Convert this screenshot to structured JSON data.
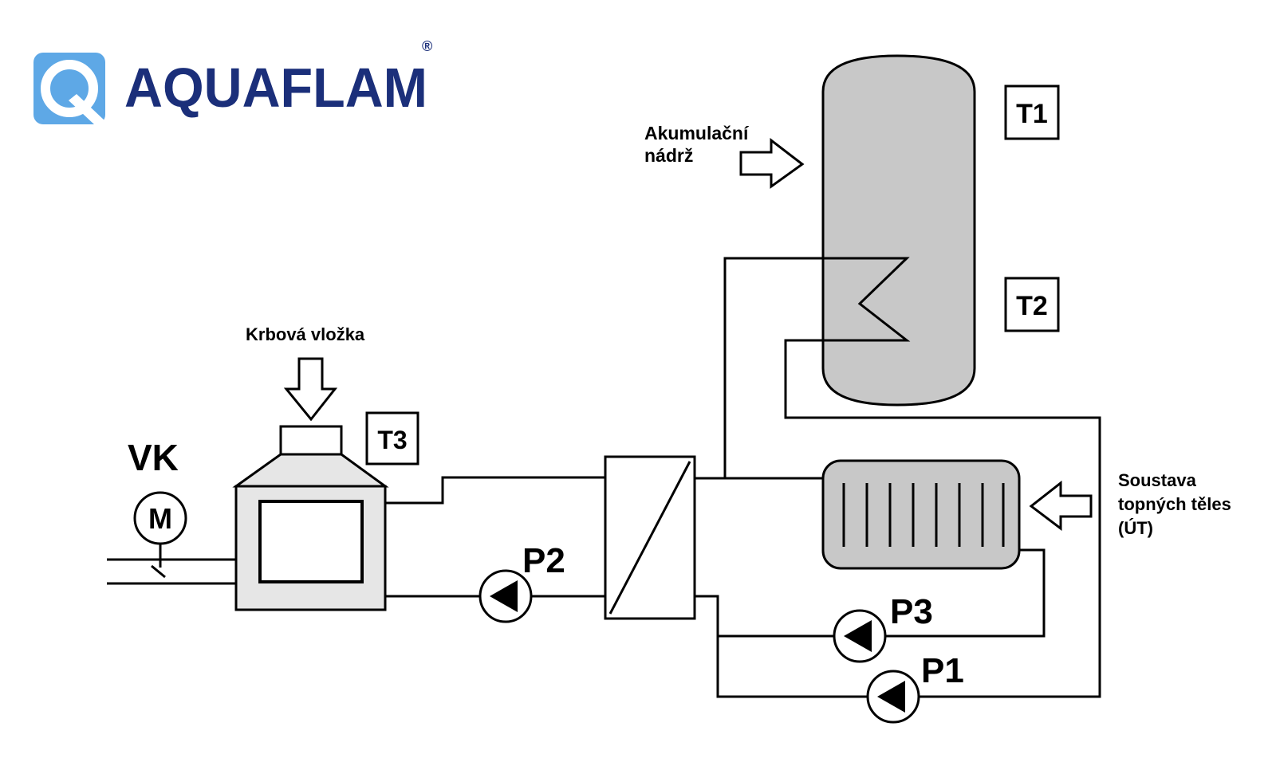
{
  "logo": {
    "brand": "AQUAFLAM",
    "registered": "®",
    "icon": "aquaflam-q-logo-icon",
    "brand_color": "#1b2f7a",
    "icon_color": "#5ea8e6"
  },
  "labels": {
    "tank": [
      "Akumulační",
      "nádrž"
    ],
    "fireplace": "Krbová vložka",
    "radiators": [
      "Soustava",
      "topných těles",
      "(ÚT)"
    ]
  },
  "sensors": {
    "t1": "T1",
    "t2": "T2",
    "t3": "T3"
  },
  "valve": {
    "label": "VK",
    "motor": "M"
  },
  "pumps": {
    "p1": "P1",
    "p2": "P2",
    "p3": "P3"
  },
  "colors": {
    "tank_fill": "#c8c8c8",
    "fireplace_fill": "#e6e6e6",
    "radiator_fill": "#c8c8c8",
    "line": "#000000"
  }
}
